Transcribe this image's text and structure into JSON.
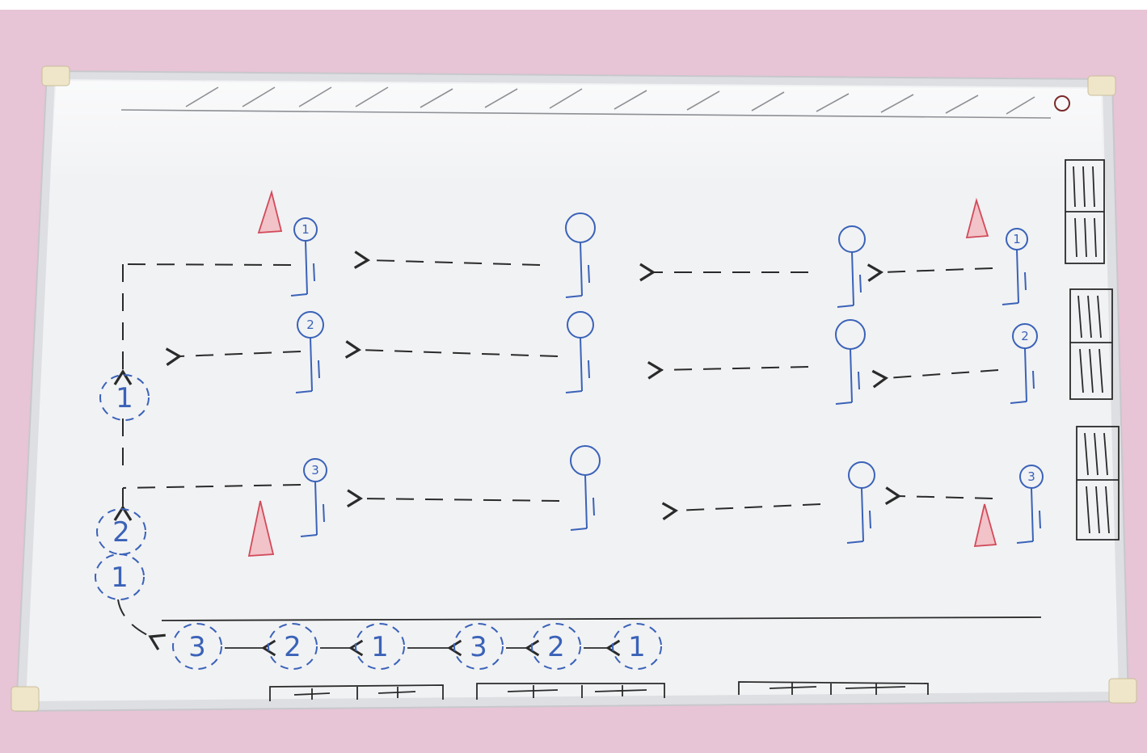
{
  "whiteboard": {
    "colors": {
      "wall": "#e7c4d6",
      "frame": "#d9d9d9",
      "board": "#f3f4f6",
      "blue_marker": "#3a62b8",
      "black_marker": "#2a2a2a",
      "red_marker": "#d24a5a"
    },
    "rows": [
      {
        "label": "1",
        "players": 4
      },
      {
        "label": "2",
        "players": 4
      },
      {
        "label": "3",
        "players": 4
      }
    ],
    "cones": 4,
    "left_queue": [
      "1",
      "2",
      "1"
    ],
    "bottom_sequence": [
      "3",
      "2",
      "1",
      "3",
      "2",
      "1"
    ]
  }
}
